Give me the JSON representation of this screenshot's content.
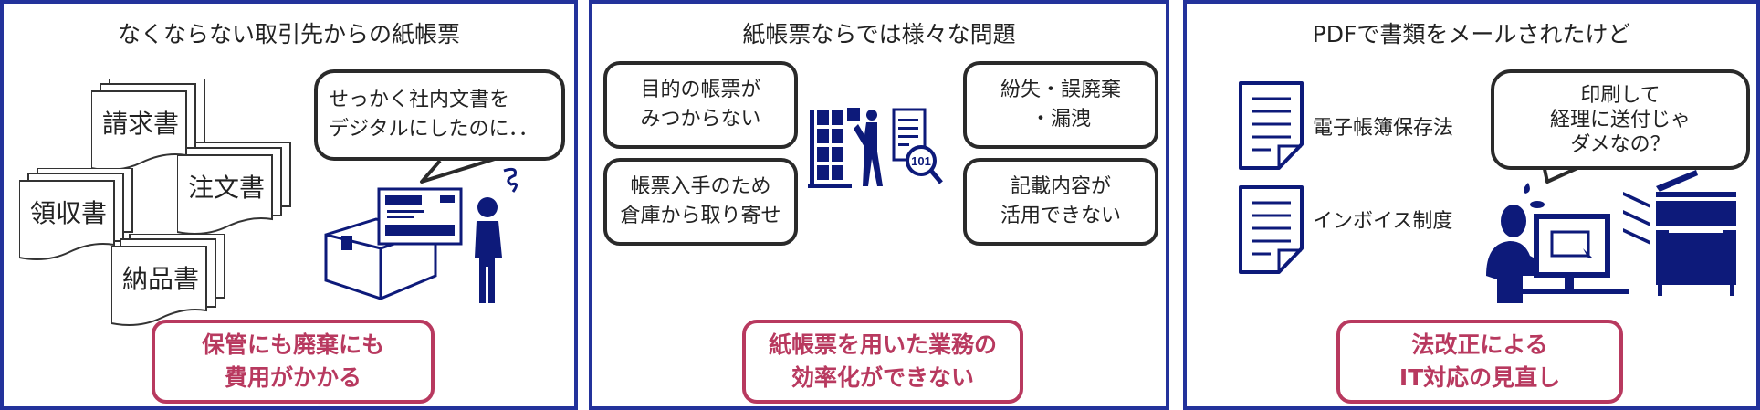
{
  "panels": [
    {
      "title": "なくならない取引先からの紙帳票",
      "documents": [
        "請求書",
        "注文書",
        "領収書",
        "納品書"
      ],
      "bubble": [
        "せっかく社内文書を",
        "デジタルにしたのに．．"
      ],
      "conclusion": [
        "保管にも廃棄にも",
        "費用がかかる"
      ]
    },
    {
      "title": "紙帳票ならでは様々な問題",
      "problems": [
        [
          "目的の帳票が",
          "みつからない"
        ],
        [
          "帳票入手のため",
          "倉庫から取り寄せ"
        ],
        [
          "紛失・誤廃棄",
          "・漏洩"
        ],
        [
          "記載内容が",
          "活用できない"
        ]
      ],
      "icon_text": "101",
      "conclusion": [
        "紙帳票を用いた業務の",
        "効率化ができない"
      ]
    },
    {
      "title": "PDFで書類をメールされたけど",
      "laws": [
        "電子帳簿保存法",
        "インボイス制度"
      ],
      "bubble": [
        "印刷して",
        "経理に送付じゃ",
        "ダメなの？"
      ],
      "conclusion": [
        "法改正による",
        "IT対応の見直し"
      ]
    }
  ],
  "colors": {
    "frame": "#23329b",
    "icon": "#0d1a7a",
    "accent": "#b8395f",
    "outline": "#2a2a2a"
  }
}
